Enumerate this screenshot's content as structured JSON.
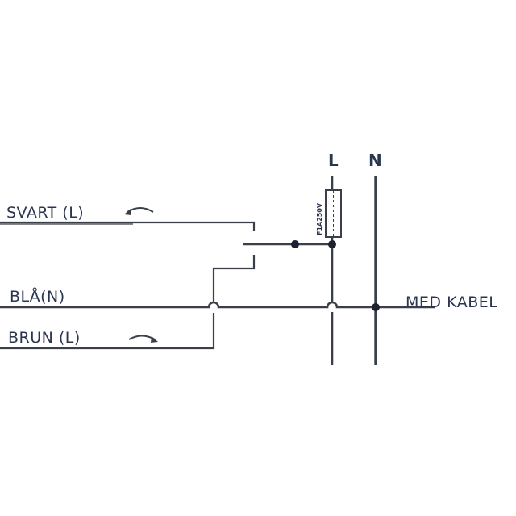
{
  "labels": {
    "black_wire": "SVART (L)",
    "blue_wire": "BLÅ(N)",
    "brown_wire": "BRUN (L)",
    "with_cable": "MED KABEL"
  },
  "terminals": {
    "live": "L",
    "neutral": "N"
  },
  "fuse": {
    "rating": "F1A250V"
  },
  "colors": {
    "line": "#3a3f4a",
    "text": "#2a3550",
    "background": "#ffffff"
  },
  "icons": {
    "flow_arrow_top": "curved-arrow-left",
    "flow_arrow_bottom": "curved-arrow-right"
  }
}
